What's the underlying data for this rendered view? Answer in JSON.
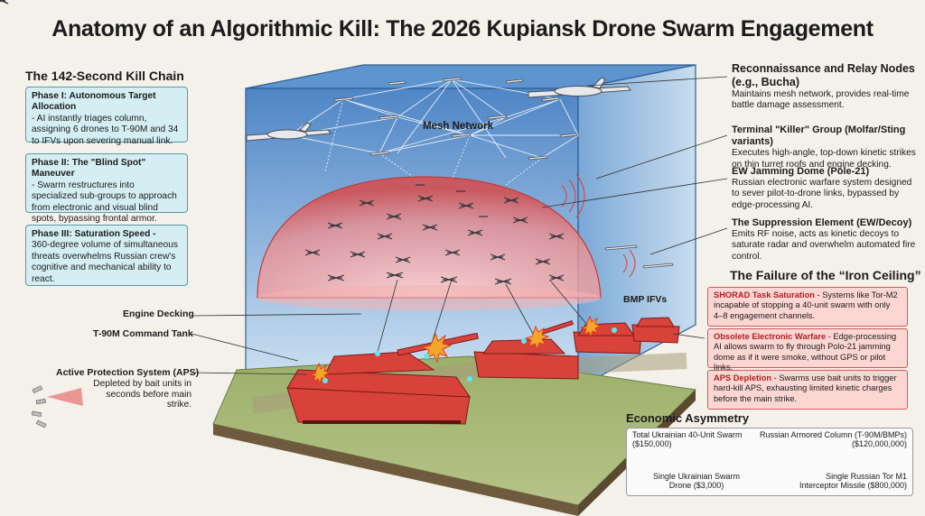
{
  "title": "Anatomy of an Algorithmic Kill: The 2026 Kupiansk Drone Swarm Engagement",
  "kill_chain": {
    "heading": "The 142-Second Kill Chain",
    "phases": [
      {
        "title": "Phase I: Autonomous Target Allocation",
        "text": "- AI instantly triages column, assigning 6 drones to T-90M and 34 to IFVs upon severing manual link."
      },
      {
        "title": "Phase II: The \"Blind Spot\" Maneuver",
        "text": "- Swarm restructures into specialized sub-groups to approach from electronic and visual blind spots, bypassing frontal armor."
      },
      {
        "title": "Phase III: Saturation Speed -",
        "text": "360-degree volume of simultaneous threats overwhelms Russian crew's cognitive and mechanical ability to react."
      }
    ]
  },
  "diagram": {
    "mesh_label": "Mesh Network",
    "bmp_label": "BMP IFVs",
    "engine_label": "Engine Decking",
    "tank_label": "T-90M Command Tank",
    "aps_title": "Active Protection System (APS)",
    "aps_text": "Depleted by bait units in seconds before main strike."
  },
  "roles": [
    {
      "title": "Reconnaissance and Relay Nodes (e.g., Bucha)",
      "text": "Maintains mesh network, provides real-time battle damage assessment."
    },
    {
      "title": "Terminal \"Killer\" Group (Molfar/Sting variants)",
      "text": "Executes high-angle, top-down kinetic strikes on thin turret roofs and engine decking."
    },
    {
      "title": "EW Jamming Dome (Pole-21)",
      "text": "Russian electronic warfare system designed to sever pilot-to-drone links, bypassed by edge-processing AI."
    },
    {
      "title": "The Suppression Element (EW/Decoy)",
      "text": "Emits RF noise, acts as kinetic decoys to saturate radar and overwhelm automated fire control."
    }
  ],
  "failure": {
    "heading": "The Failure of the “Iron Ceiling”",
    "items": [
      {
        "title": "SHORAD Task Saturation",
        "text": " - Systems like Tor-M2 incapable of stopping a 40-unit swarm with only 4–8 engagement channels."
      },
      {
        "title": "Obsolete Electronic Warfare",
        "text": " - Edge-processing AI allows swarm to fly through Polo-21 jamming dome as if it were smoke, without GPS or pilot links."
      },
      {
        "title": "APS Depletion",
        "text": " - Swarms use bait units to trigger hard-kill APS, exhausting limited kinetic charges before the main strike."
      }
    ]
  },
  "economics": {
    "heading": "Economic Asymmetry",
    "swarm_label": "Total Ukrainian 40-Unit Swarm ($150,000)",
    "column_label": "Russian Armored Column (T-90M/BMPs) ($120,000,000)",
    "drone_label": "Single Ukrainian Swarm Drone ($3,000)",
    "missile_label": "Single Russian Tor M1 Interceptor Missile ($800,000)",
    "colors": {
      "swarm": "#2e8b6a",
      "column": "#d9342b"
    }
  }
}
